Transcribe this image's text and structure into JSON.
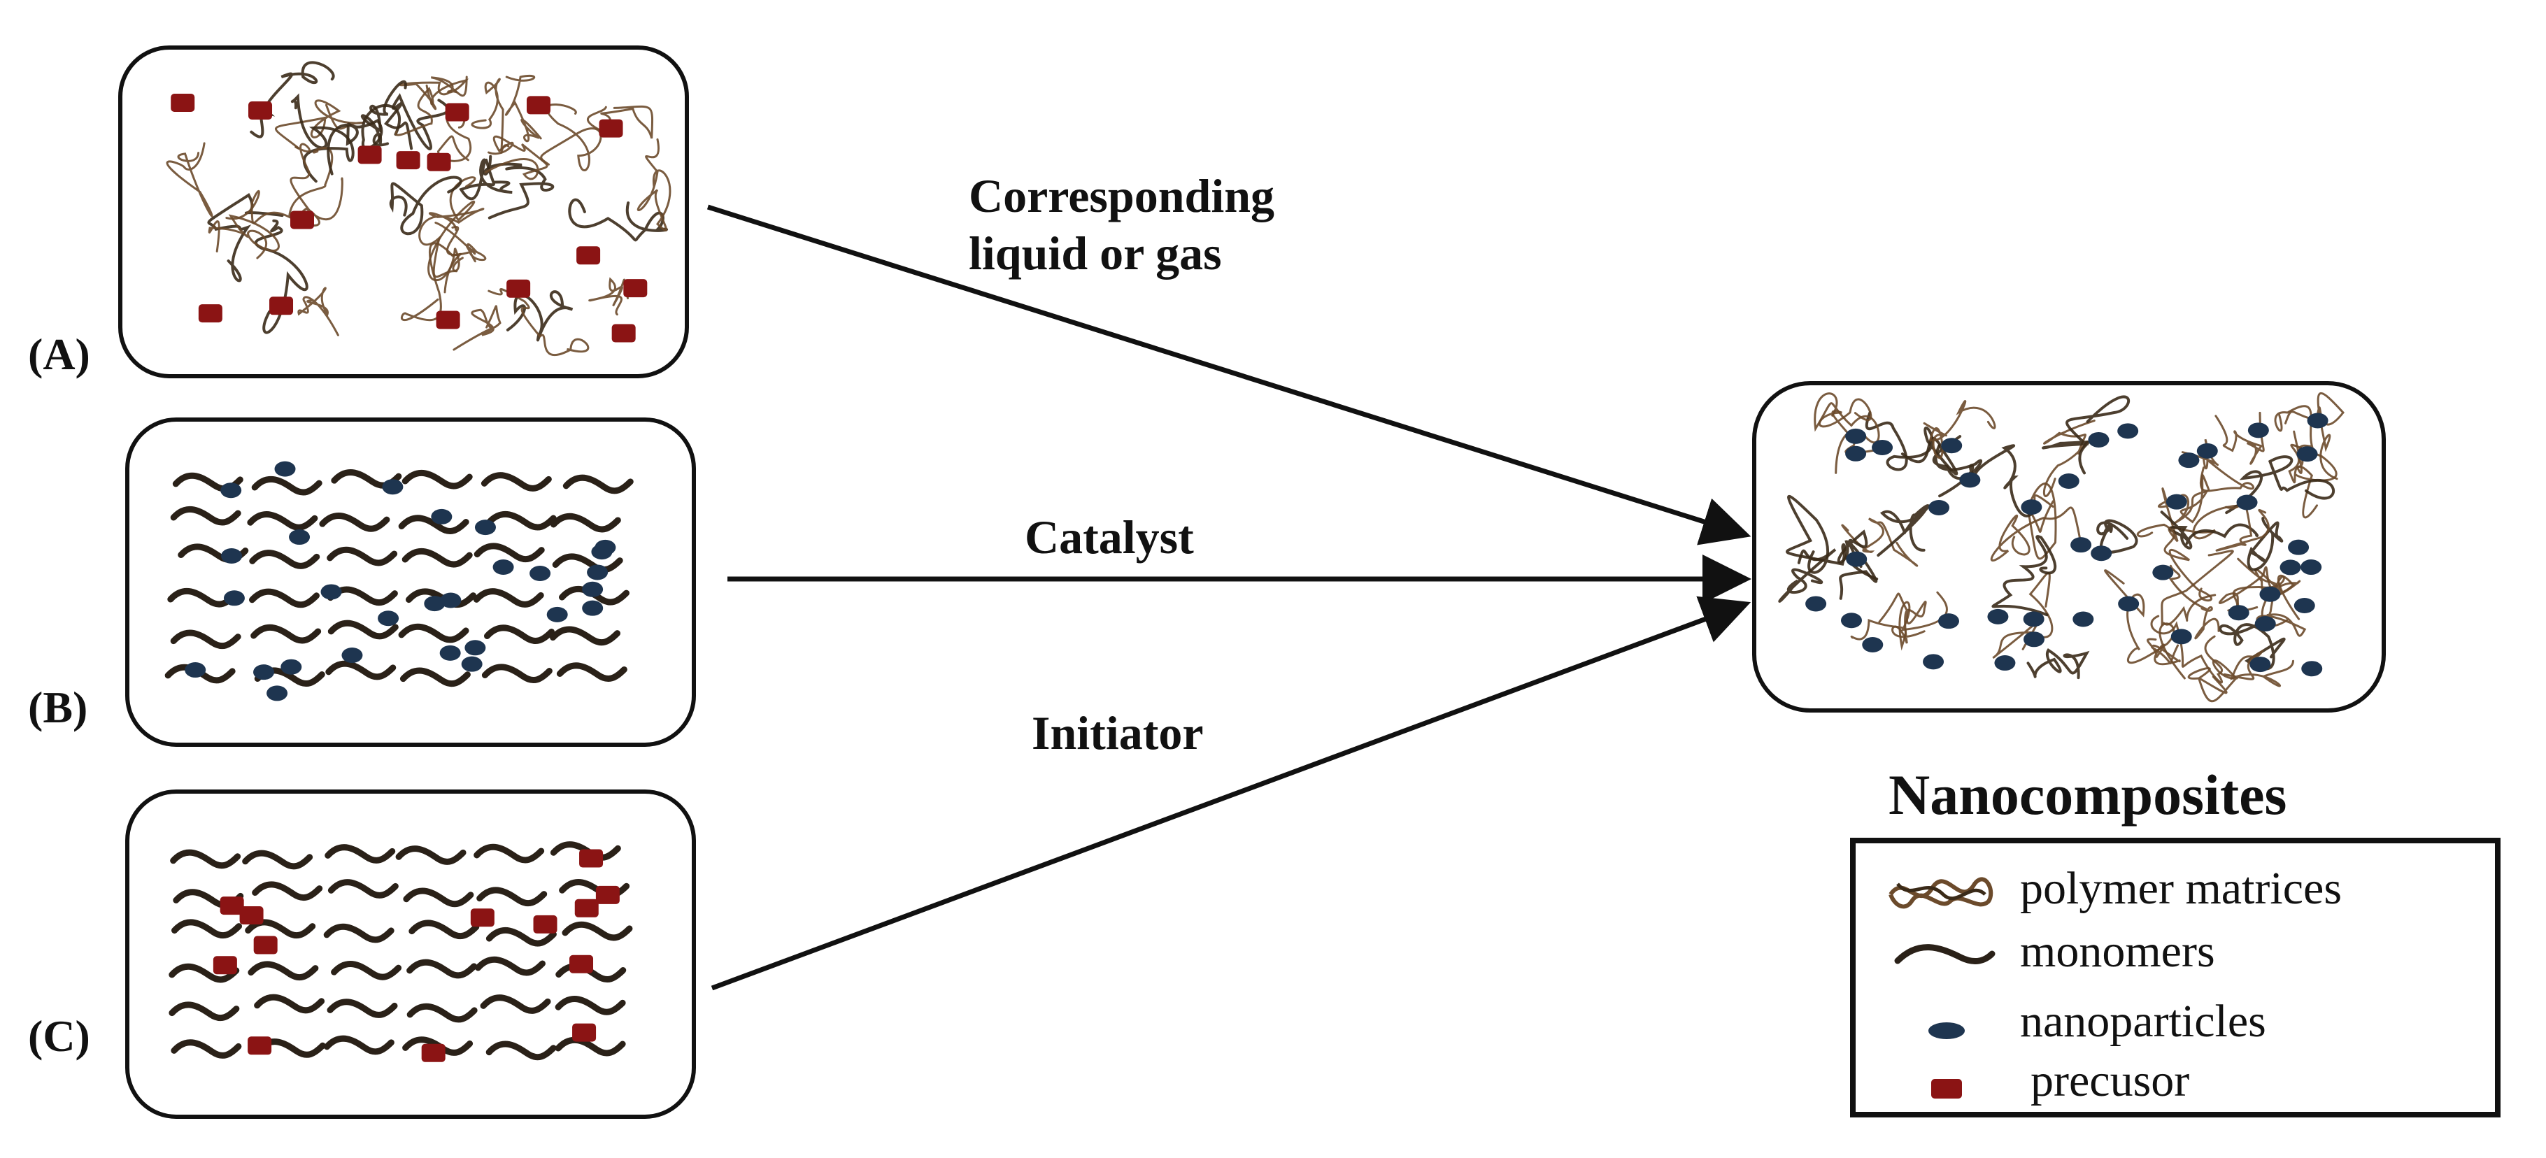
{
  "panels": {
    "a_label": "(A)",
    "b_label": "(B)",
    "c_label": "(C)"
  },
  "arrows": {
    "a_line1": "Corresponding",
    "a_line2": "liquid or gas",
    "b_label": "Catalyst",
    "c_label": "Initiator"
  },
  "result": {
    "title": "Nanocomposites"
  },
  "legend": {
    "items": [
      {
        "label": "polymer matrices",
        "icon": "polymer-matrix-icon"
      },
      {
        "label": "monomers",
        "icon": "monomer-icon"
      },
      {
        "label": "nanoparticles",
        "icon": "nanoparticle-icon"
      },
      {
        "label": "precusor",
        "icon": "precursor-icon"
      }
    ]
  },
  "colors": {
    "polymer": "#6b4a2b",
    "monomer": "#2a2118",
    "nanoparticle": "#1e3550",
    "precursor": "#8b1414",
    "line": "#111111"
  }
}
